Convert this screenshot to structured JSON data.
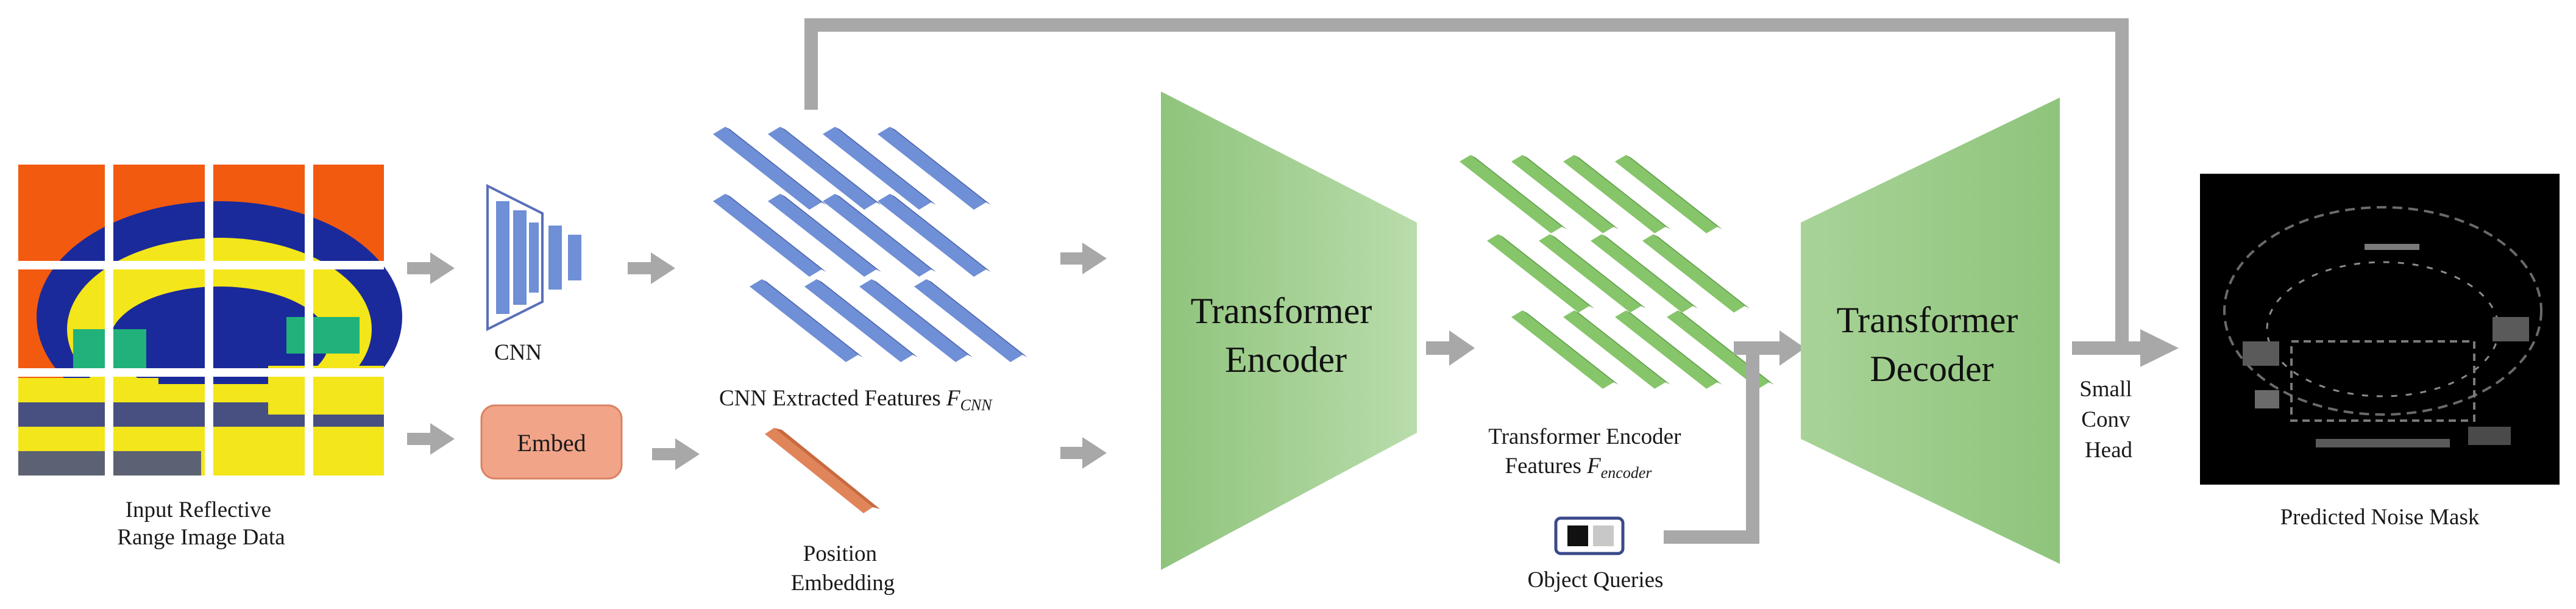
{
  "labels": {
    "input": [
      "Input Reflective",
      "Range Image Data"
    ],
    "cnn": "CNN",
    "embed": "Embed",
    "cnn_features": "CNN Extracted Features ",
    "cnn_features_var": "F",
    "cnn_features_sub": "CNN",
    "position": [
      "Position",
      "Embedding"
    ],
    "encoder": [
      "Transformer",
      "Encoder"
    ],
    "encoder_features_1": "Transformer Encoder",
    "encoder_features_2": "Features ",
    "encoder_features_var": "F",
    "encoder_features_sub": "encoder",
    "object_queries": "Object Queries",
    "decoder": [
      "Transformer",
      "Decoder"
    ],
    "head": [
      "Small",
      "Conv",
      "Head"
    ],
    "output": "Predicted Noise Mask"
  },
  "colors": {
    "input_orange": "#f25a0f",
    "input_yellow": "#f3e61a",
    "input_blue": "#1b2a9a",
    "input_green": "#20b27a",
    "cnn_blue": "#6f8fd6",
    "embed_fill": "#f1a488",
    "position_bar": "#e0855a",
    "green_block": "#9ccc8c",
    "green_bar": "#86c56a",
    "arrow_gray": "#a8a8a8",
    "mask_black": "#000000"
  }
}
